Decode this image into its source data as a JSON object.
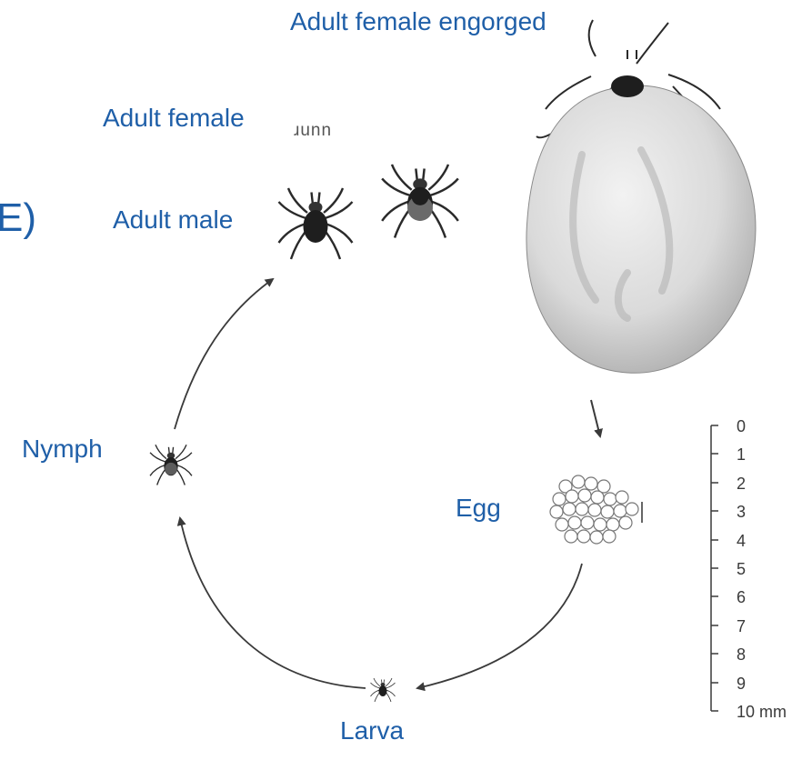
{
  "labels": {
    "adult_female_engorged": "Adult female engorged",
    "adult_female": "Adult female",
    "adult_male": "Adult male",
    "nymph": "Nymph",
    "egg": "Egg",
    "larva": "Larva",
    "partial_left": "E)",
    "partial_gray": "ɹunn"
  },
  "scale": {
    "ticks": [
      "0",
      "1",
      "2",
      "3",
      "4",
      "5",
      "6",
      "7",
      "8",
      "9",
      "10 mm"
    ]
  },
  "colors": {
    "label": "#1f5fa8",
    "arrow": "#3a3a3a",
    "tick_body": "#1e1e1e",
    "engorged_body": "#dcdcdc"
  }
}
